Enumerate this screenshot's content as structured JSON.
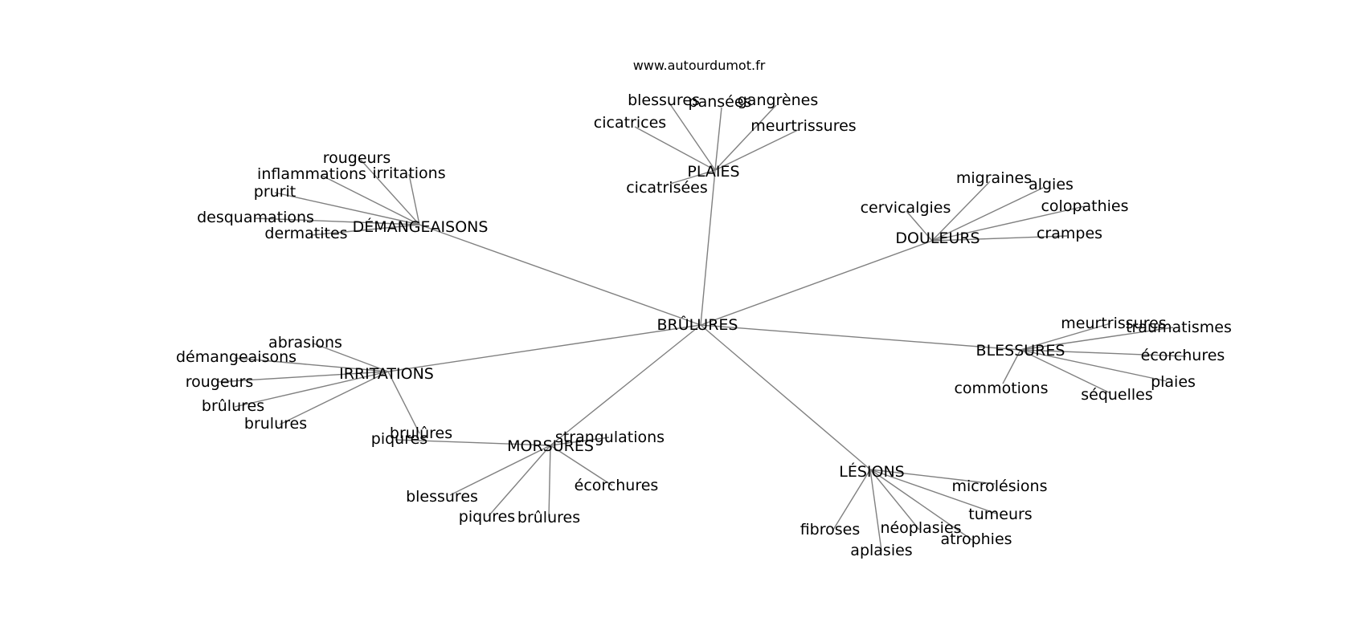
{
  "source": "www.autourdumot.fr",
  "root": "BRÛLURES",
  "clusters": [
    {
      "label": "PLAIES",
      "leaves": [
        "blessures",
        "pansées",
        "gangrènes",
        "cicatrices",
        "meurtrissures",
        "cicatrisées"
      ]
    },
    {
      "label": "DÉMANGEAISONS",
      "leaves": [
        "rougeurs",
        "inflammations",
        "irritations",
        "prurit",
        "desquamations",
        "dermatites"
      ]
    },
    {
      "label": "DOULEURS",
      "leaves": [
        "migraines",
        "algies",
        "cervicalgies",
        "colopathies",
        "crampes"
      ]
    },
    {
      "label": "IRRITATIONS",
      "leaves": [
        "abrasions",
        "démangeaisons",
        "rougeurs",
        "brûlures",
        "brulures",
        "brulûres"
      ]
    },
    {
      "label": "BLESSURES",
      "leaves": [
        "meurtrissures",
        "traumatismes",
        "écorchures",
        "commotions",
        "plaies",
        "séquelles"
      ]
    },
    {
      "label": "MORSURES",
      "leaves": [
        "piqures",
        "strangulations",
        "blessures",
        "écorchures",
        "piqures",
        "brûlures"
      ]
    },
    {
      "label": "LÉSIONS",
      "leaves": [
        "microlésions",
        "tumeurs",
        "fibroses",
        "néoplasies",
        "atrophies",
        "aplasies"
      ]
    }
  ]
}
